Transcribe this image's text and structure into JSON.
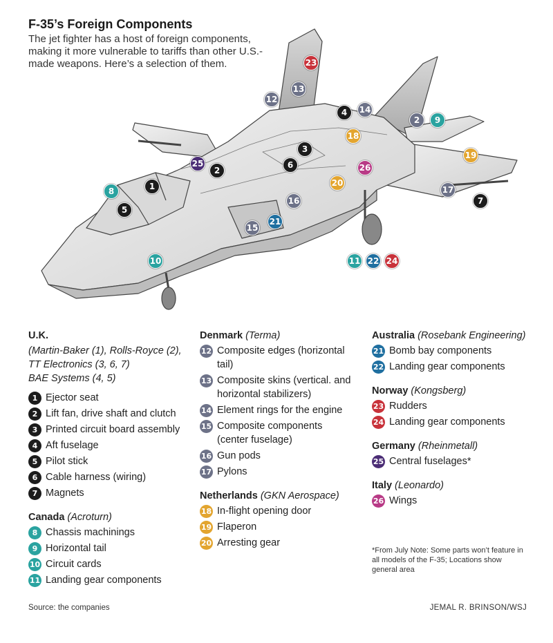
{
  "header": {
    "title": "F-35’s Foreign Components",
    "subtitle": "The jet fighter has a host of foreign components, making it more vulnerable to tariffs than other U.S.-made weapons. Here’s a selection of them."
  },
  "colors": {
    "uk": "#1c1c1c",
    "canada": "#2aa3a0",
    "denmark": "#6d7288",
    "netherlands": "#e3a52f",
    "australia": "#1f6fa0",
    "norway": "#c8323a",
    "germany": "#4b2d75",
    "italy": "#b83a86"
  },
  "markers": [
    {
      "n": "23",
      "country": "norway"
    },
    {
      "n": "13",
      "country": "denmark"
    },
    {
      "n": "12",
      "country": "denmark"
    },
    {
      "n": "4",
      "country": "uk"
    },
    {
      "n": "14",
      "country": "denmark"
    },
    {
      "n": "2",
      "country": "denmark"
    },
    {
      "n": "9",
      "country": "canada"
    },
    {
      "n": "18",
      "country": "netherlands"
    },
    {
      "n": "3",
      "country": "uk"
    },
    {
      "n": "19",
      "country": "netherlands"
    },
    {
      "n": "25",
      "country": "germany"
    },
    {
      "n": "2",
      "country": "uk"
    },
    {
      "n": "6",
      "country": "uk"
    },
    {
      "n": "26",
      "country": "italy"
    },
    {
      "n": "1",
      "country": "uk"
    },
    {
      "n": "20",
      "country": "netherlands"
    },
    {
      "n": "8",
      "country": "canada"
    },
    {
      "n": "17",
      "country": "denmark"
    },
    {
      "n": "7",
      "country": "uk"
    },
    {
      "n": "5",
      "country": "uk"
    },
    {
      "n": "16",
      "country": "denmark"
    },
    {
      "n": "21",
      "country": "australia"
    },
    {
      "n": "15",
      "country": "denmark"
    },
    {
      "n": "10",
      "country": "canada"
    },
    {
      "n": "11",
      "country": "canada"
    },
    {
      "n": "22",
      "country": "australia"
    },
    {
      "n": "24",
      "country": "norway"
    }
  ],
  "legend": {
    "uk": {
      "name": "U.K.",
      "lines": [
        "(Martin-Baker (1), Rolls-Royce (2),",
        "TT Electronics  (3, 6, 7)",
        "BAE Systems (4, 5)"
      ],
      "items": [
        {
          "n": "1",
          "label": "Ejector seat"
        },
        {
          "n": "2",
          "label": "Lift fan, drive shaft and clutch"
        },
        {
          "n": "3",
          "label": "Printed circuit board assembly"
        },
        {
          "n": "4",
          "label": "Aft fuselage"
        },
        {
          "n": "5",
          "label": "Pilot stick"
        },
        {
          "n": "6",
          "label": "Cable harness (wiring)"
        },
        {
          "n": "7",
          "label": "Magnets"
        }
      ]
    },
    "canada": {
      "name": "Canada",
      "company": "(Acroturn)",
      "items": [
        {
          "n": "8",
          "label": "Chassis machinings"
        },
        {
          "n": "9",
          "label": "Horizontal tail"
        },
        {
          "n": "10",
          "label": "Circuit cards"
        },
        {
          "n": "11",
          "label": "Landing gear components"
        }
      ]
    },
    "denmark": {
      "name": "Denmark",
      "company": "(Terma)",
      "items": [
        {
          "n": "12",
          "label": "Composite edges (horizontal tail)"
        },
        {
          "n": "13",
          "label": "Composite skins (vertical. and horizontal stabilizers)"
        },
        {
          "n": "14",
          "label": "Element rings for the engine"
        },
        {
          "n": "15",
          "label": "Composite components (center fuselage)"
        },
        {
          "n": "16",
          "label": "Gun pods"
        },
        {
          "n": "17",
          "label": "Pylons"
        }
      ]
    },
    "netherlands": {
      "name": "Netherlands",
      "company": "(GKN Aerospace)",
      "items": [
        {
          "n": "18",
          "label": "In-flight opening door"
        },
        {
          "n": "19",
          "label": "Flaperon"
        },
        {
          "n": "20",
          "label": "Arresting gear"
        }
      ]
    },
    "australia": {
      "name": "Australia",
      "company": "(Rosebank Engineering)",
      "items": [
        {
          "n": "21",
          "label": "Bomb bay components"
        },
        {
          "n": "22",
          "label": "Landing gear components"
        }
      ]
    },
    "norway": {
      "name": "Norway",
      "company": "(Kongsberg)",
      "items": [
        {
          "n": "23",
          "label": "Rudders"
        },
        {
          "n": "24",
          "label": "Landing gear components"
        }
      ]
    },
    "germany": {
      "name": "Germany",
      "company": "(Rheinmetall)",
      "items": [
        {
          "n": "25",
          "label": "Central fuselages*"
        }
      ]
    },
    "italy": {
      "name": "Italy",
      "company": "(Leonardo)",
      "items": [
        {
          "n": "26",
          "label": "Wings"
        }
      ]
    }
  },
  "footnote": "*From July  Note: Some parts won’t feature in all models of the F-35; Locations show general area",
  "source": "Source: the companies",
  "credit": "JEMAL R. BRINSON/WSJ"
}
